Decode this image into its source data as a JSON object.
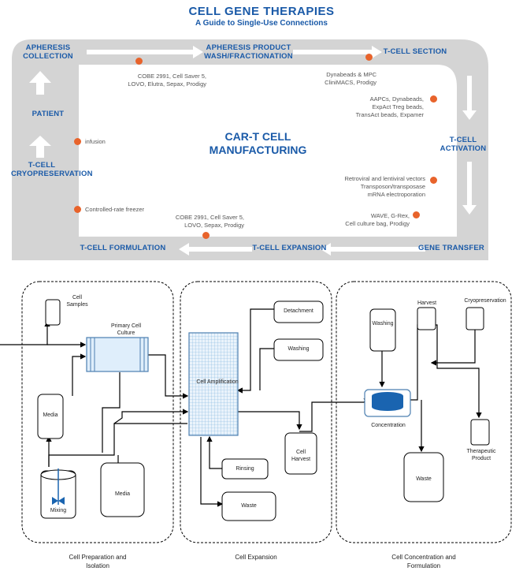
{
  "header": {
    "title": "CELL GENE THERAPIES",
    "subtitle": "A Guide to Single-Use Connections"
  },
  "cycle": {
    "center_title": "CAR-T CELL\nMANUFACTURING",
    "stages": {
      "apheresis_collection": "APHERESIS\nCOLLECTION",
      "apheresis_wash": "APHERESIS PRODUCT\nWASH/FRACTIONATION",
      "tcell_selection": "T-CELL SECTION",
      "tcell_activation": "T-CELL\nACTIVATION",
      "gene_transfer": "GENE TRANSFER",
      "tcell_expansion": "T-CELL EXPANSION",
      "tcell_formulation": "T-CELL FORMULATION",
      "tcell_cryopreservation": "T-CELL\nCRYOPRESERVATION",
      "patient": "PATIENT"
    },
    "notes": {
      "wash": "COBE 2991, Cell Saver 5,\nLOVO, Elutra, Sepax, Prodigy",
      "selection": "Dynabeads & MPC\nCliniMACS, Prodigy",
      "activation": "AAPCs, Dynabeads,\nExpAct Treg beads,\nTransAct beads, Expamer",
      "gene_transfer": "Retroviral and lentiviral vectors\nTransposon/transposase\nmRNA electroporation",
      "expansion_right": "WAVE, G-Rex,\nCell culture bag, Prodigy",
      "expansion_left": "COBE 2991, Cell Saver 5,\nLOVO, Sepax, Prodigy",
      "freezer": "Controlled-rate freezer",
      "infusion": "infusion"
    },
    "accent_color": "#e8632b",
    "title_color": "#1a5aa8",
    "track_color": "#d4d4d4"
  },
  "flowchart": {
    "groups": {
      "prep": "Cell Preparation and\nIsolation",
      "expansion": "Cell Expansion",
      "concentration": "Cell Concentration and\nFormulation"
    },
    "nodes": {
      "cell_samples": "Cell\nSamples",
      "primary_culture": "Primary Cell\nCulture",
      "media_top": "Media",
      "media_bottom": "Media",
      "mixing": "Mixing",
      "detachment": "Detachment",
      "washing_exp": "Washing",
      "cell_amplification": "Cell Amplification",
      "rinsing": "Rinsing",
      "waste_exp": "Waste",
      "cell_harvest": "Cell\nHarvest",
      "washing_conc": "Washing",
      "harvest": "Harvest",
      "cryopreservation": "Cryopreservation",
      "concentration": "Concentration",
      "waste_conc": "Waste",
      "therapeutic_product": "Therapeutic\nProduct"
    }
  }
}
